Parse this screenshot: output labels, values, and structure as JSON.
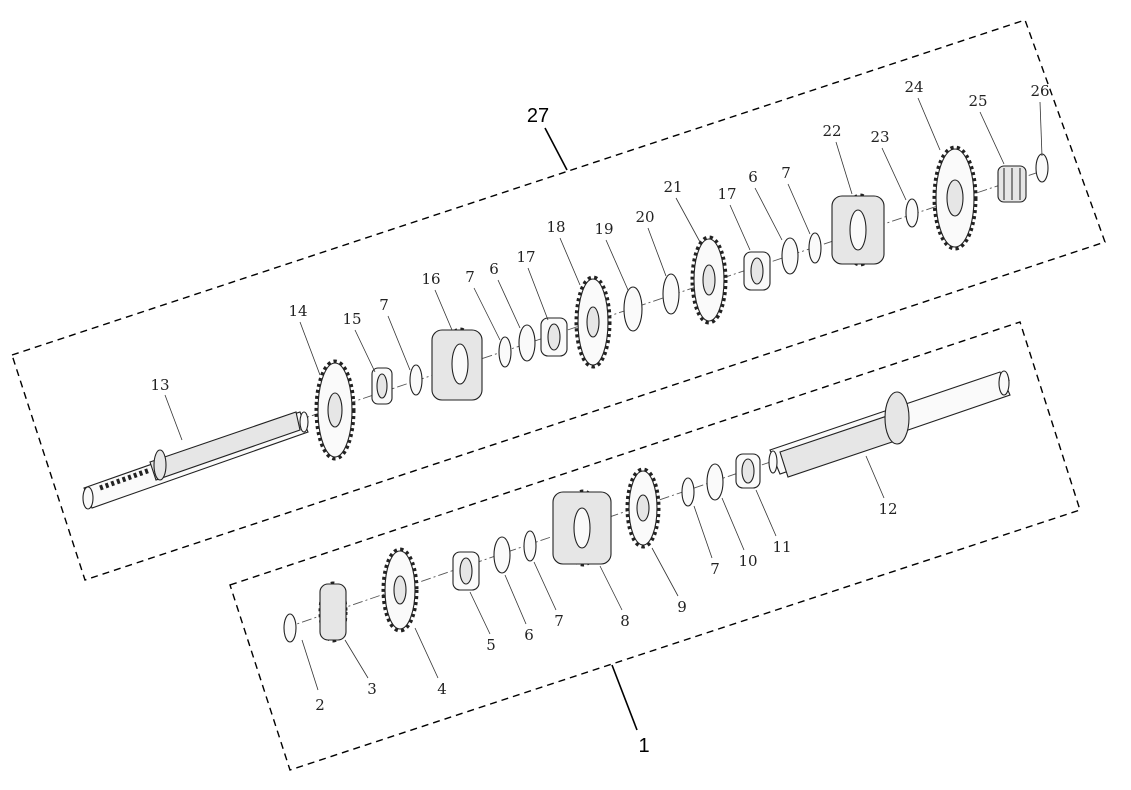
{
  "assemblies": [
    {
      "callout": "27",
      "label_name": "assembly-27-label"
    },
    {
      "callout": "1",
      "label_name": "assembly-1-label"
    }
  ],
  "callouts": {
    "c2": "2",
    "c3": "3",
    "c4": "4",
    "c5": "5",
    "c6a": "6",
    "c7a": "7",
    "c8": "8",
    "c9": "9",
    "c7b": "7",
    "c10": "10",
    "c11": "11",
    "c12": "12",
    "c13": "13",
    "c14": "14",
    "c15": "15",
    "c7c": "7",
    "c16": "16",
    "c7d": "7",
    "c6b": "6",
    "c17a": "17",
    "c18": "18",
    "c19": "19",
    "c20": "20",
    "c21": "21",
    "c17b": "17",
    "c6c": "6",
    "c7e": "7",
    "c22": "22",
    "c23": "23",
    "c24": "24",
    "c25": "25",
    "c26": "26"
  }
}
